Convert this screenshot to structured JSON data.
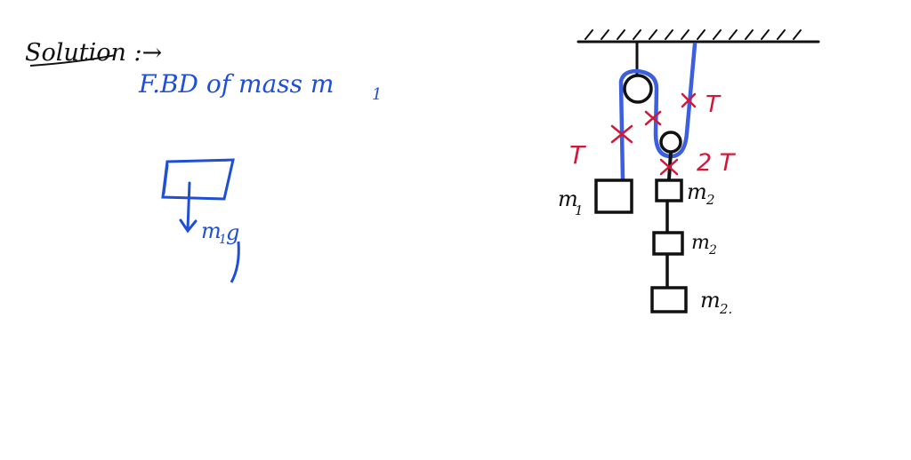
{
  "notes": {
    "solution_heading": "Solution :→",
    "fbd_title": "F.BD of mass m",
    "fbd_title_subscript": "1",
    "weight_label": "m",
    "weight_label_subscript": "1",
    "weight_label_suffix": "g"
  },
  "system": {
    "mass_1_label": "m",
    "mass_1_subscript": "1",
    "mass_2_label": "m",
    "mass_2_subscript": "2",
    "mass_2b_label": "m",
    "mass_2b_subscript": "2",
    "mass_2c_label": "m",
    "mass_2c_subscript": "2.",
    "tension_left": "T",
    "tension_right": "T",
    "tension_double": "2 T"
  },
  "colors": {
    "ink": "#111111",
    "blue": "#1f4fd6",
    "red": "#d1183a",
    "string": "#3b5fe0"
  }
}
